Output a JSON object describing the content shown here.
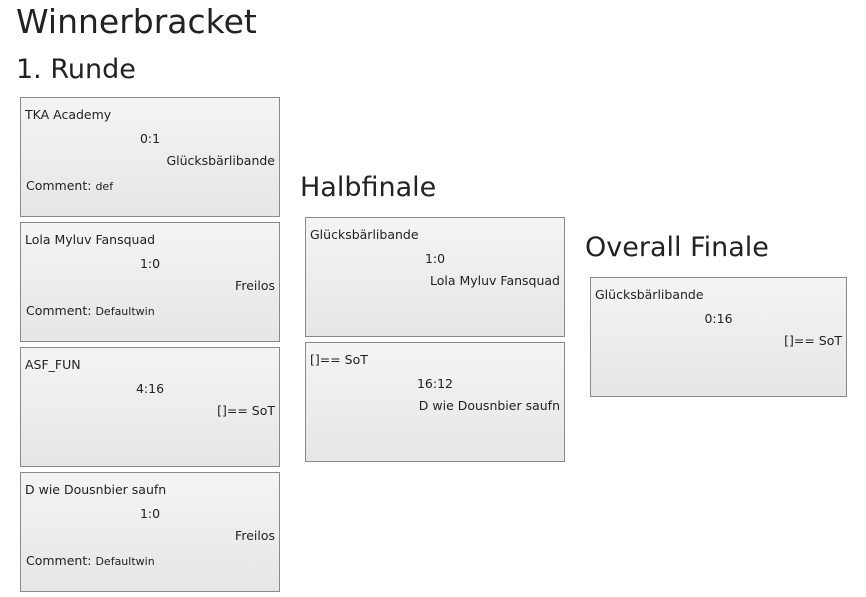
{
  "title": "Winnerbracket",
  "comment_label": "Comment:",
  "rounds": [
    {
      "name": "1. Runde",
      "matches": [
        {
          "team1": "TKA Academy",
          "score": "0:1",
          "team2": "Glücksbärlibande",
          "comment": "def"
        },
        {
          "team1": "Lola Myluv Fansquad",
          "score": "1:0",
          "team2": "Freilos",
          "comment": "Defaultwin"
        },
        {
          "team1": "ASF_FUN",
          "score": "4:16",
          "team2": "[]== SoT"
        },
        {
          "team1": "D wie Dousnbier saufn",
          "score": "1:0",
          "team2": "Freilos",
          "comment": "Defaultwin"
        }
      ]
    },
    {
      "name": "Halbfinale",
      "matches": [
        {
          "team1": "Glücksbärlibande",
          "score": "1:0",
          "team2": "Lola Myluv Fansquad"
        },
        {
          "team1": "[]== SoT",
          "score": "16:12",
          "team2": "D wie Dousnbier saufn"
        }
      ]
    },
    {
      "name": "Overall Finale",
      "matches": [
        {
          "team1": "Glücksbärlibande",
          "score": "0:16",
          "team2": "[]== SoT"
        }
      ]
    }
  ]
}
